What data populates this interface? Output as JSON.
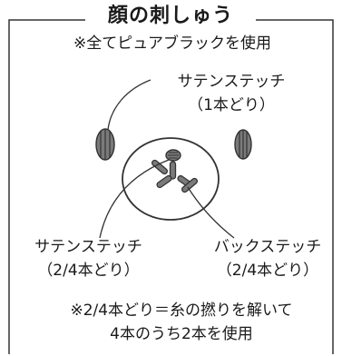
{
  "title": "顔の刺しゅう",
  "subtitle": "※全てピュアブラックを使用",
  "labels": {
    "eyes_line1": "サテンステッチ",
    "eyes_line2": "（1本どり）",
    "nose_line1": "サテンステッチ",
    "nose_line2": "（2/4本どり）",
    "mouth_line1": "バックステッチ",
    "mouth_line2": "（2/4本どり）"
  },
  "note": {
    "line1": "※2/4本どり＝糸の撚りを解いて",
    "line2": "4本のうち2本を使用"
  },
  "colors": {
    "line": "#333333",
    "stitch_fill": "#7a7a7a",
    "stitch_dark": "#3a3a3a",
    "background": "#ffffff"
  }
}
